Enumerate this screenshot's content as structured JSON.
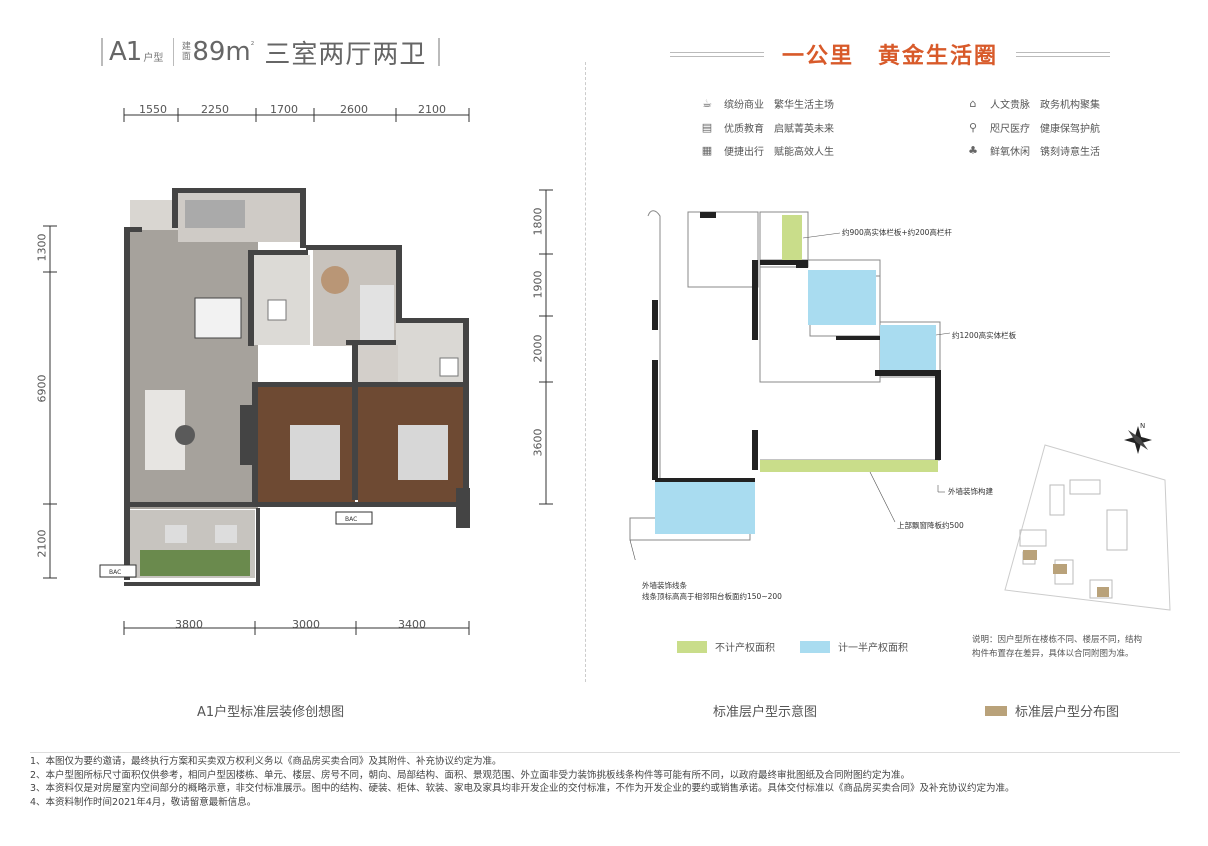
{
  "header": {
    "type_code": "A1",
    "type_suffix": "户型",
    "area_label_top": "建",
    "area_label_bottom": "面",
    "area_value": "89m",
    "area_unit": "²",
    "layout_name": "三室两厅两卫"
  },
  "circle": {
    "title": "一公里　黄金生活圈",
    "amenities": [
      {
        "icon": "coffee-cup-icon",
        "category": "缤纷商业",
        "desc": "繁华生活主场"
      },
      {
        "icon": "book-icon",
        "category": "优质教育",
        "desc": "启赋菁英未来"
      },
      {
        "icon": "bus-icon",
        "category": "便捷出行",
        "desc": "赋能高效人生"
      },
      {
        "icon": "government-building-icon",
        "category": "人文贵脉",
        "desc": "政务机构聚集"
      },
      {
        "icon": "location-pin-icon",
        "category": "咫尺医疗",
        "desc": "健康保驾护航"
      },
      {
        "icon": "tree-bench-icon",
        "category": "鲜氧休闲",
        "desc": "镌刻诗意生活"
      }
    ]
  },
  "plan": {
    "top_dims": [
      "1550",
      "2250",
      "1700",
      "2600",
      "2100"
    ],
    "bottom_dims": [
      "3800",
      "3000",
      "3400"
    ],
    "left_dims": [
      "1300",
      "6900",
      "2100"
    ],
    "right_dims": [
      "1800",
      "1900",
      "2000",
      "3600"
    ],
    "ac_label": "BAC",
    "caption": "A1户型标准层装修创想图"
  },
  "schematic": {
    "callouts": {
      "railing_900": "约900高实体栏板+约200高栏杆",
      "railing_1200": "约1200高实体栏板",
      "decor_wall": "外墙装饰构建",
      "upper_bay": "上部飘窗降板约500",
      "decor_line_1": "外墙装饰线条",
      "decor_line_2": "线条顶标高高于相邻阳台板面约150~200"
    },
    "legend": [
      {
        "label": "不计产权面积",
        "color": "#c9dd8a"
      },
      {
        "label": "计一半产权面积",
        "color": "#a9dcf0"
      }
    ],
    "note_1": "说明：因户型所在楼栋不同、楼层不同，结构",
    "note_2": "构件布置存在差异，具体以合同附图为准。",
    "compass": "N",
    "caption": "标准层户型示意图",
    "site_caption": "标准层户型分布图",
    "site_color": "#b9a27a"
  },
  "footer": [
    "1、本图仅为要约邀请，最终执行方案和买卖双方权利义务以《商品房买卖合同》及其附件、补充协议约定为准。",
    "2、本户型图所标尺寸面积仅供参考，相同户型因楼栋、单元、楼层、房号不同，朝向、局部结构、面积、景观范围、外立面非受力装饰挑板线条构件等可能有所不同，以政府最终审批图纸及合同附图约定为准。",
    "3、本资料仅是对房屋室内空间部分的概略示意，非交付标准展示。图中的结构、硬装、柜体、软装、家电及家具均非开发企业的交付标准，不作为开发企业的要约或销售承诺。具体交付标准以《商品房买卖合同》及补充协议约定为准。",
    "4、本资料制作时间2021年4月，敬请留意最新信息。"
  ]
}
